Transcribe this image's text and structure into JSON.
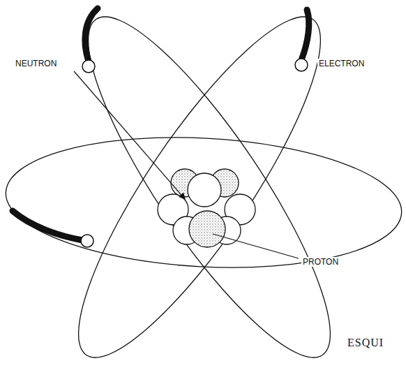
{
  "diagram": {
    "labels": [
      "NEUTRON",
      "ELECTRON",
      "PROTON",
      "ESQUI"
    ]
  }
}
